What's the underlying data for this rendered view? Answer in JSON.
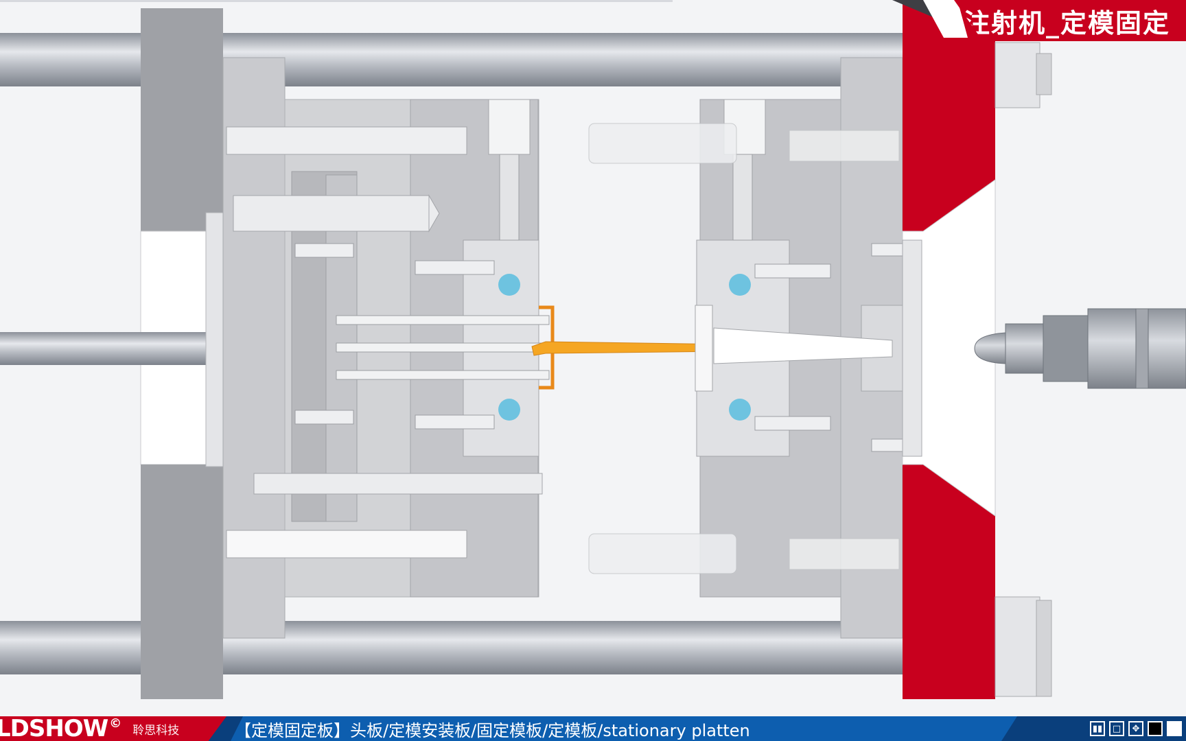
{
  "title": "注射机_定模固定",
  "footer": {
    "brand_name": "LDSHOW",
    "brand_mark": "©",
    "brand_company": "聆思科技",
    "caption": "【定模固定板】头板/定模安装板/固定模板/定模板/stationary platten"
  },
  "controls": [
    {
      "name": "pause-icon",
      "glyph": "▮▮"
    },
    {
      "name": "stop-icon",
      "glyph": "□"
    },
    {
      "name": "move-icon",
      "glyph": "✥"
    },
    {
      "name": "black-square-icon",
      "glyph": ""
    },
    {
      "name": "white-square-icon",
      "glyph": ""
    }
  ],
  "colors": {
    "platen_red": "#c8001e",
    "melt_orange": "#f5a623",
    "cooling_blue": "#6ec3e0",
    "footer_blue": "#0d5eaf"
  }
}
